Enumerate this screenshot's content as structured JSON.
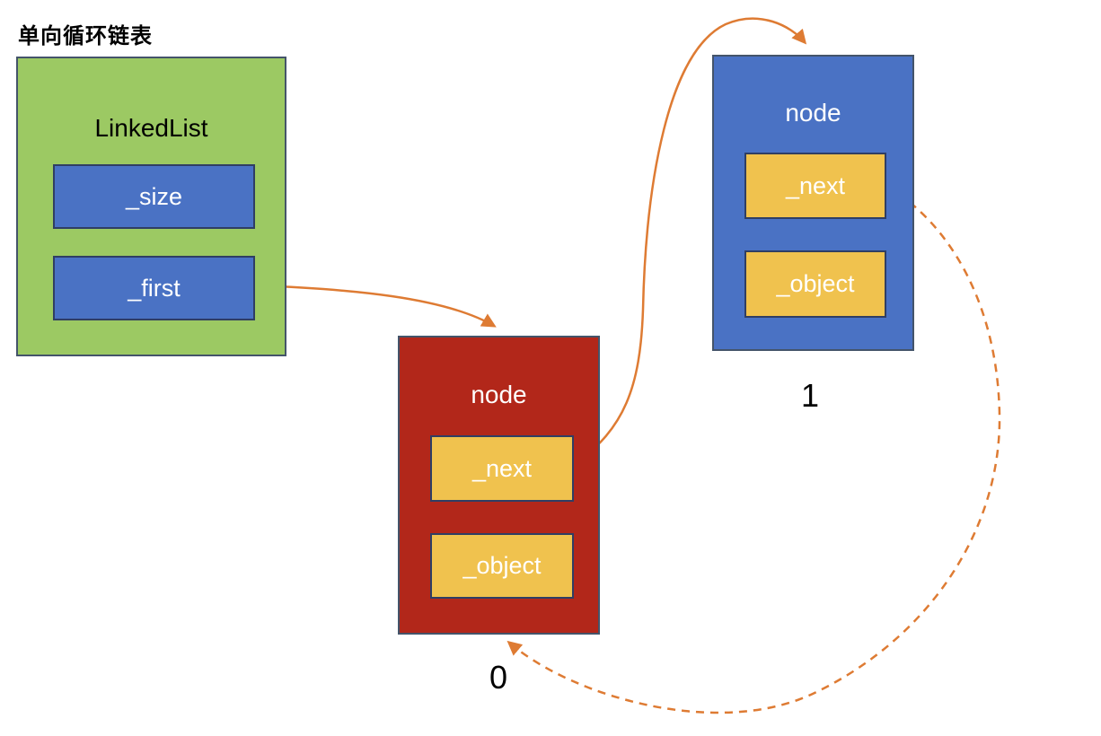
{
  "title": "单向循环链表",
  "colors": {
    "green": "#9cc963",
    "blue": "#4a72c4",
    "red": "#b2271a",
    "yellow": "#f0c24e",
    "arrow": "#de7b33",
    "border-dark": "#44546a",
    "border-inner": "#2f3e64",
    "text-light": "#ffffff",
    "text-dark": "#000000"
  },
  "linkedlist": {
    "title": "LinkedList",
    "fields": [
      {
        "label": "_size"
      },
      {
        "label": "_first"
      }
    ]
  },
  "nodes": [
    {
      "title": "node",
      "index_label": "0",
      "fields": [
        {
          "label": "_next"
        },
        {
          "label": "_object"
        }
      ]
    },
    {
      "title": "node",
      "index_label": "1",
      "fields": [
        {
          "label": "_next"
        },
        {
          "label": "_object"
        }
      ]
    }
  ],
  "arrows": [
    {
      "name": "first-to-node0",
      "from": "LinkedList._first",
      "to": "node 0",
      "style": "solid"
    },
    {
      "name": "node0-next-to-node1",
      "from": "node 0._next",
      "to": "node 1",
      "style": "solid"
    },
    {
      "name": "node1-next-to-node0",
      "from": "node 1._next",
      "to": "node 0",
      "style": "dashed"
    }
  ]
}
